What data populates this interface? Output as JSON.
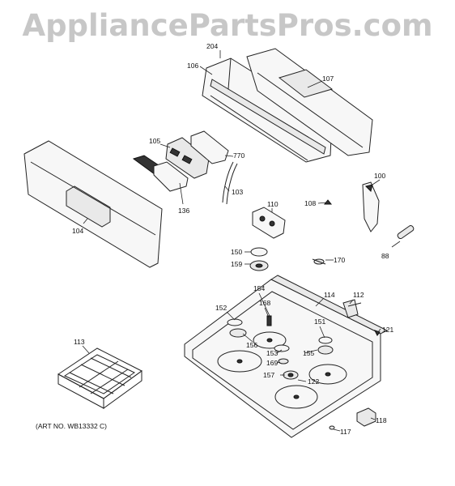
{
  "watermark": "AppliancePartsPros.com",
  "art_number": "(ART NO. WB13332 C)",
  "callouts": {
    "p204": "204",
    "p106": "106",
    "p107": "107",
    "p105": "105",
    "p770": "770",
    "p103": "103",
    "p104": "104",
    "p136": "136",
    "p110": "110",
    "p108": "108",
    "p100": "100",
    "p150": "150",
    "p159": "159",
    "p170": "170",
    "p88": "88",
    "p154": "154",
    "p114": "114",
    "p112": "112",
    "p168": "168",
    "p152": "152",
    "p151": "151",
    "p121": "121",
    "p113": "113",
    "p156": "156",
    "p153": "153",
    "p155": "155",
    "p169": "169",
    "p157": "157",
    "p122": "122",
    "p118": "118",
    "p117": "117"
  }
}
